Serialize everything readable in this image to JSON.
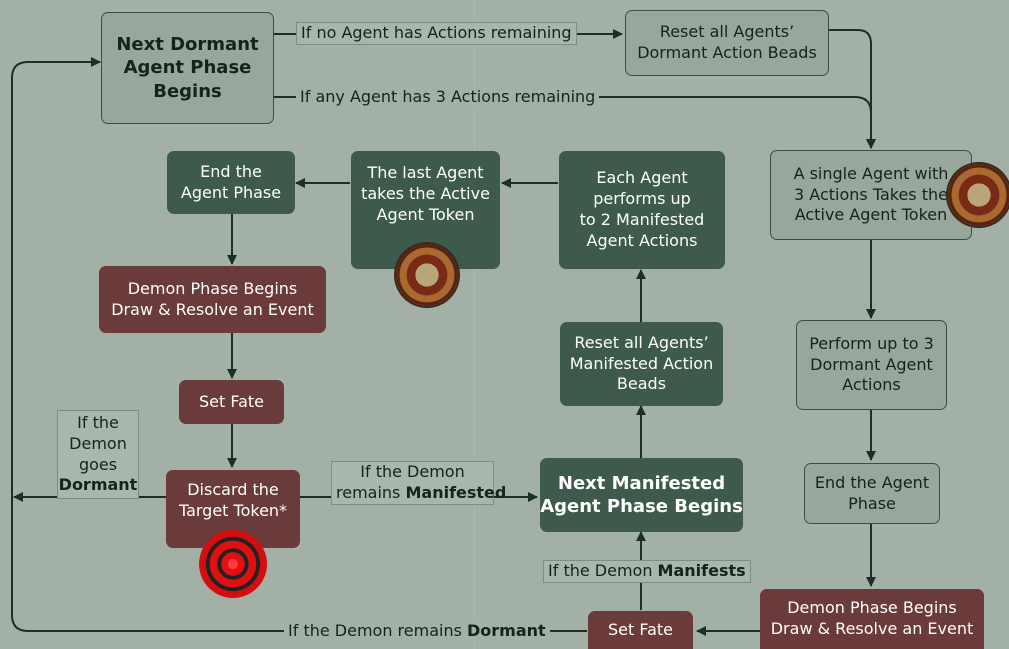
{
  "boxes": {
    "next_dormant": [
      "Next Dormant",
      "Agent Phase",
      "Begins"
    ],
    "reset_dormant": [
      "Reset all Agents’",
      "Dormant Action Beads"
    ],
    "single_agent": [
      "A single Agent with",
      "3 Actions Takes the",
      "Active Agent Token"
    ],
    "perform_dormant": [
      "Perform up to 3",
      "Dormant Agent",
      "Actions"
    ],
    "end_agent_right": [
      "End the Agent",
      "Phase"
    ],
    "demon_phase_right": [
      "Demon Phase Begins",
      "Draw & Resolve an Event"
    ],
    "set_fate_bottom": [
      "Set Fate"
    ],
    "next_manifested": [
      "Next Manifested",
      "Agent Phase Begins"
    ],
    "reset_manifested": [
      "Reset all Agents’",
      "Manifested Action",
      "Beads"
    ],
    "each_agent": [
      "Each Agent",
      "performs up",
      "to 2 Manifested",
      "Agent Actions"
    ],
    "last_agent": [
      "The last Agent",
      "takes the Active",
      "Agent Token"
    ],
    "end_agent_left": [
      "End the",
      "Agent Phase"
    ],
    "demon_phase_left": [
      "Demon Phase Begins",
      "Draw & Resolve an Event"
    ],
    "set_fate_mid": [
      "Set Fate"
    ],
    "discard_target": [
      "Discard the",
      "Target Token*"
    ]
  },
  "labels": {
    "no_actions": "If no Agent has Actions remaining",
    "any_three": "If any Agent has 3 Actions remaining",
    "remains_manifested_1": "If the Demon",
    "remains_manifested_2": "remains ",
    "remains_manifested_3": "Manifested",
    "goes_dormant_1": "If the",
    "goes_dormant_2": "Demon",
    "goes_dormant_3": "goes",
    "goes_dormant_4": "Dormant",
    "manifests_1": "If the Demon ",
    "manifests_2": "Manifests",
    "remains_dormant_1": "If the Demon remains ",
    "remains_dormant_2": "Dormant"
  },
  "colors": {
    "background": "#a3b0a6",
    "dark_box": "#3d5a4d",
    "brown_box": "#6b3a3a",
    "arrow": "#1a2f27"
  },
  "icons": {
    "agent_token": "active-agent-token-icon",
    "target_token": "target-token-icon"
  }
}
